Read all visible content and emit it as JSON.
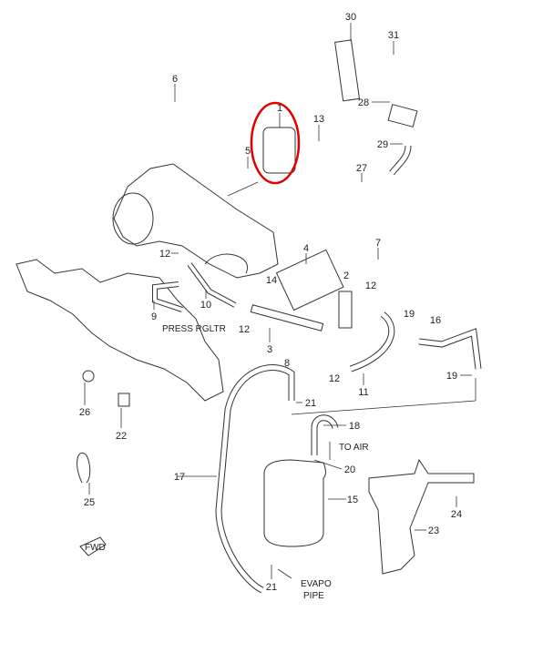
{
  "diagram": {
    "highlight_color": "#e00000",
    "callouts": [
      "30",
      "31",
      "6",
      "1",
      "13",
      "28",
      "29",
      "5",
      "27",
      "12",
      "7",
      "4",
      "14",
      "2",
      "12",
      "9",
      "10",
      "12",
      "19",
      "16",
      "3",
      "8",
      "12",
      "11",
      "19",
      "21",
      "26",
      "22",
      "18",
      "20",
      "17",
      "15",
      "25",
      "24",
      "23",
      "21"
    ],
    "notes": {
      "press_rgltr": "PRESS RGLTR",
      "to_air": "TO AIR",
      "evapo_line1": "EVAPO",
      "evapo_line2": "PIPE",
      "fwd": "FWD"
    }
  }
}
